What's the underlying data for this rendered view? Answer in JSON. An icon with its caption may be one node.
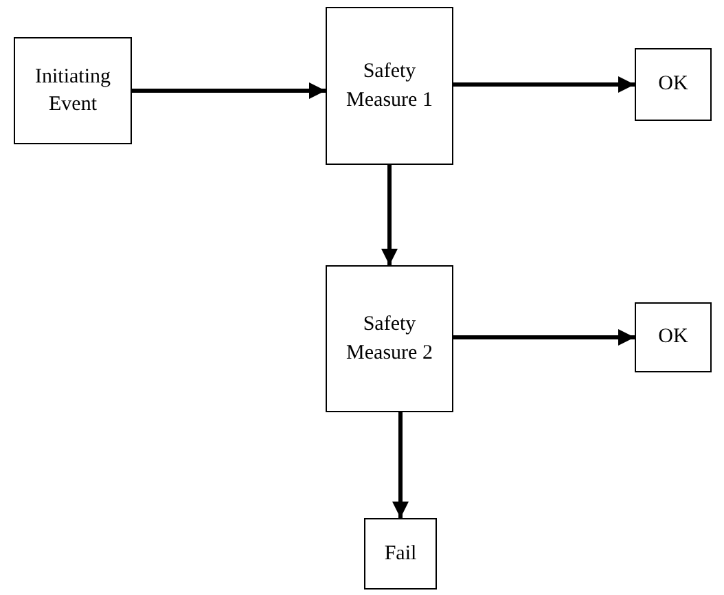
{
  "diagram": {
    "nodes": [
      {
        "text": [
          "Initiating Event"
        ]
      },
      {
        "text": [
          "Safety Measure 1"
        ]
      },
      {
        "text": [
          "OK"
        ]
      },
      {
        "text": [
          "Safety Measure 2"
        ]
      },
      {
        "text": [
          "OK"
        ]
      },
      {
        "text": [
          "Fail"
        ]
      }
    ],
    "edges": [
      {
        "from": 0,
        "to": 1,
        "arrow": "to"
      },
      {
        "from": 1,
        "to": 2,
        "arrow": "to"
      },
      {
        "from": 1,
        "to": 3,
        "arrow": "to"
      },
      {
        "from": 3,
        "to": 4,
        "arrow": "to"
      },
      {
        "from": 3,
        "to": 5,
        "arrow": "to"
      }
    ]
  }
}
